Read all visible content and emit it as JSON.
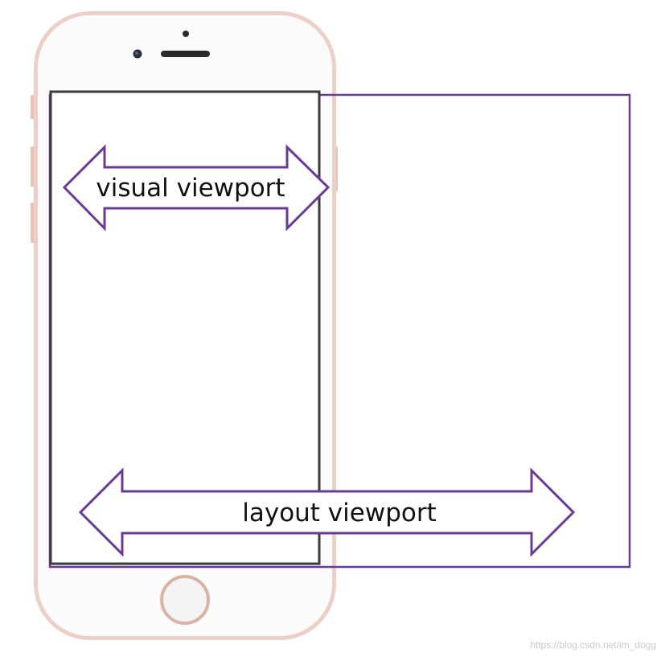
{
  "labels": {
    "visual_viewport": "visual viewport",
    "layout_viewport": "layout viewport"
  },
  "watermark": "https://blog.csdn.net/im_dogg",
  "colors": {
    "accent": "#6a3a97",
    "viewport_frame": "#3b3b3b",
    "phone_body": "#e8c9c0",
    "phone_face": "#fbfbfb",
    "arrow_fill": "#ffffff"
  },
  "icons": {
    "camera": "front-camera-icon",
    "speaker": "earpiece-speaker-icon",
    "home": "home-button-icon"
  }
}
